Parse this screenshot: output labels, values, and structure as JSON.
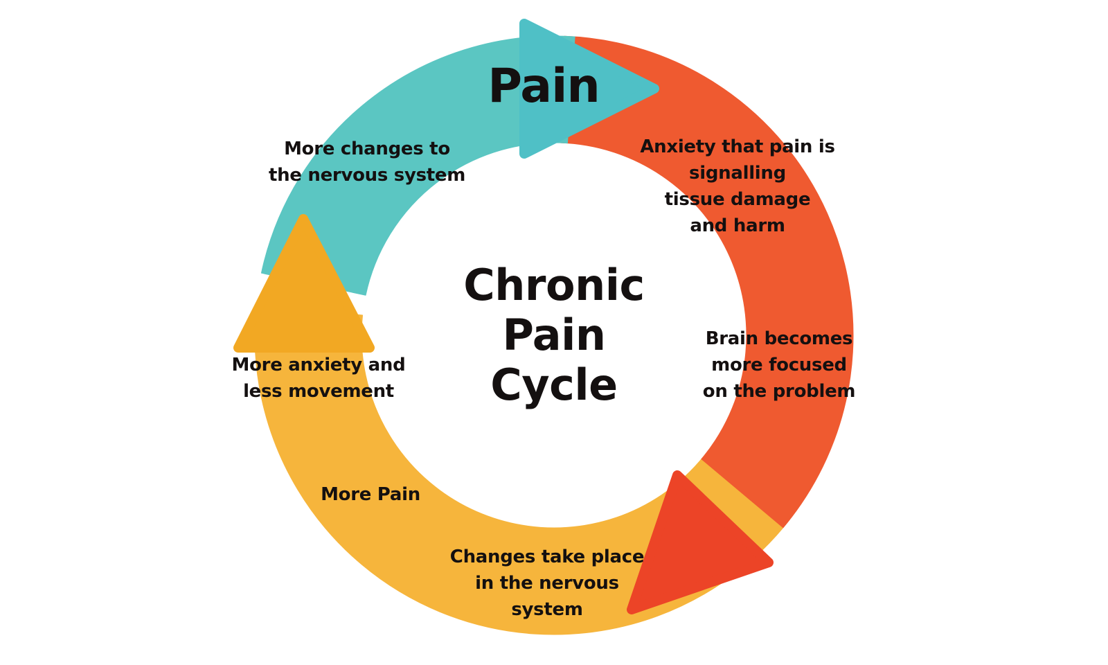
{
  "diagram": {
    "type": "cycle",
    "colors": {
      "teal": "#5BC6C2",
      "teal_arrow": "#4FC0C6",
      "red": "#EF5A30",
      "red_arrow": "#EC4427",
      "yellow": "#F6B53C",
      "yellow_arrow": "#F2A823",
      "text": "#141010",
      "background": "#FFFFFF"
    },
    "center_title": "Chronic\nPain\nCycle",
    "top_label": "Pain",
    "labels": {
      "anxiety_signalling": "Anxiety that pain is\nsignalling\ntissue damage\nand harm",
      "brain_focused": "Brain becomes\nmore focused\non the problem",
      "changes_take_place": "Changes take place\nin the nervous\nsystem",
      "more_pain": "More Pain",
      "more_anxiety": "More anxiety and\nless movement",
      "more_changes": "More changes to\nthe nervous system"
    },
    "cycle_order": [
      "Pain",
      "Anxiety that pain is signalling tissue damage and harm",
      "Brain becomes more focused on the problem",
      "Changes take place in the nervous system",
      "More Pain",
      "More anxiety and less movement",
      "More changes to the nervous system"
    ]
  }
}
